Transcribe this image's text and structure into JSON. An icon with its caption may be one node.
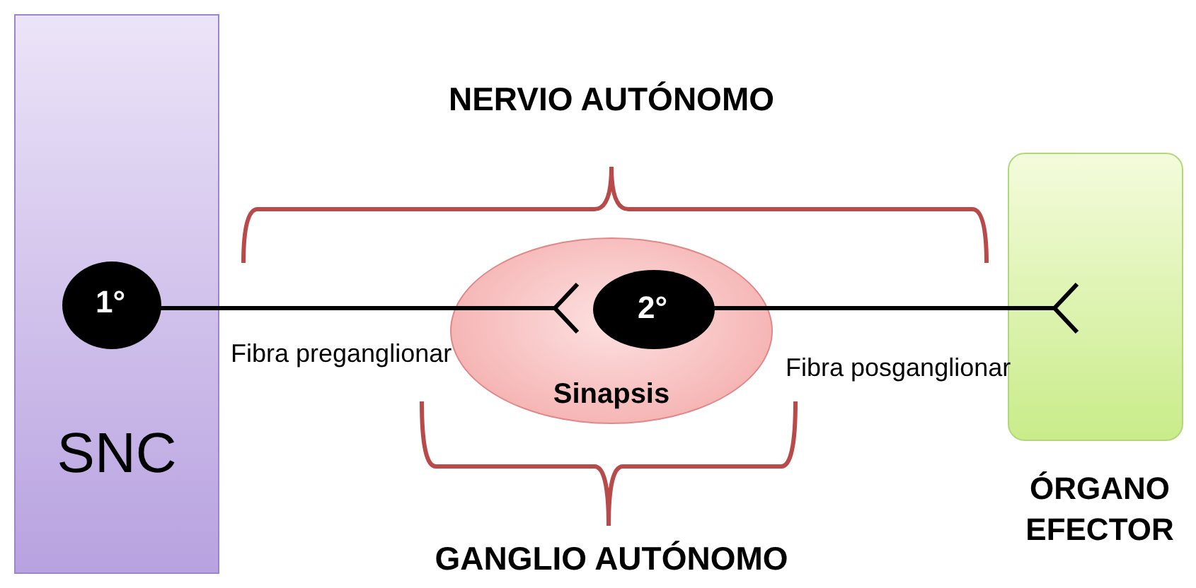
{
  "diagram": {
    "nodes": [
      {
        "text": [
          "SNC"
        ]
      },
      {
        "text": [
          "1°"
        ],
        "in": 0
      },
      {
        "text": [
          "Sinapsis"
        ]
      },
      {
        "text": [
          "2°"
        ],
        "in": 2
      },
      {
        "text": [
          "ÓRGANO EFECTOR"
        ]
      }
    ],
    "edges": [
      {
        "from": 1,
        "to": 3,
        "arrow": "other",
        "label": "Fibra preganglionar"
      },
      {
        "from": 3,
        "to": 4,
        "arrow": "other",
        "label": "Fibra posganglionar"
      }
    ],
    "labels": [
      "NERVIO AUTÓNOMO",
      "GANGLIO AUTÓNOMO"
    ]
  }
}
